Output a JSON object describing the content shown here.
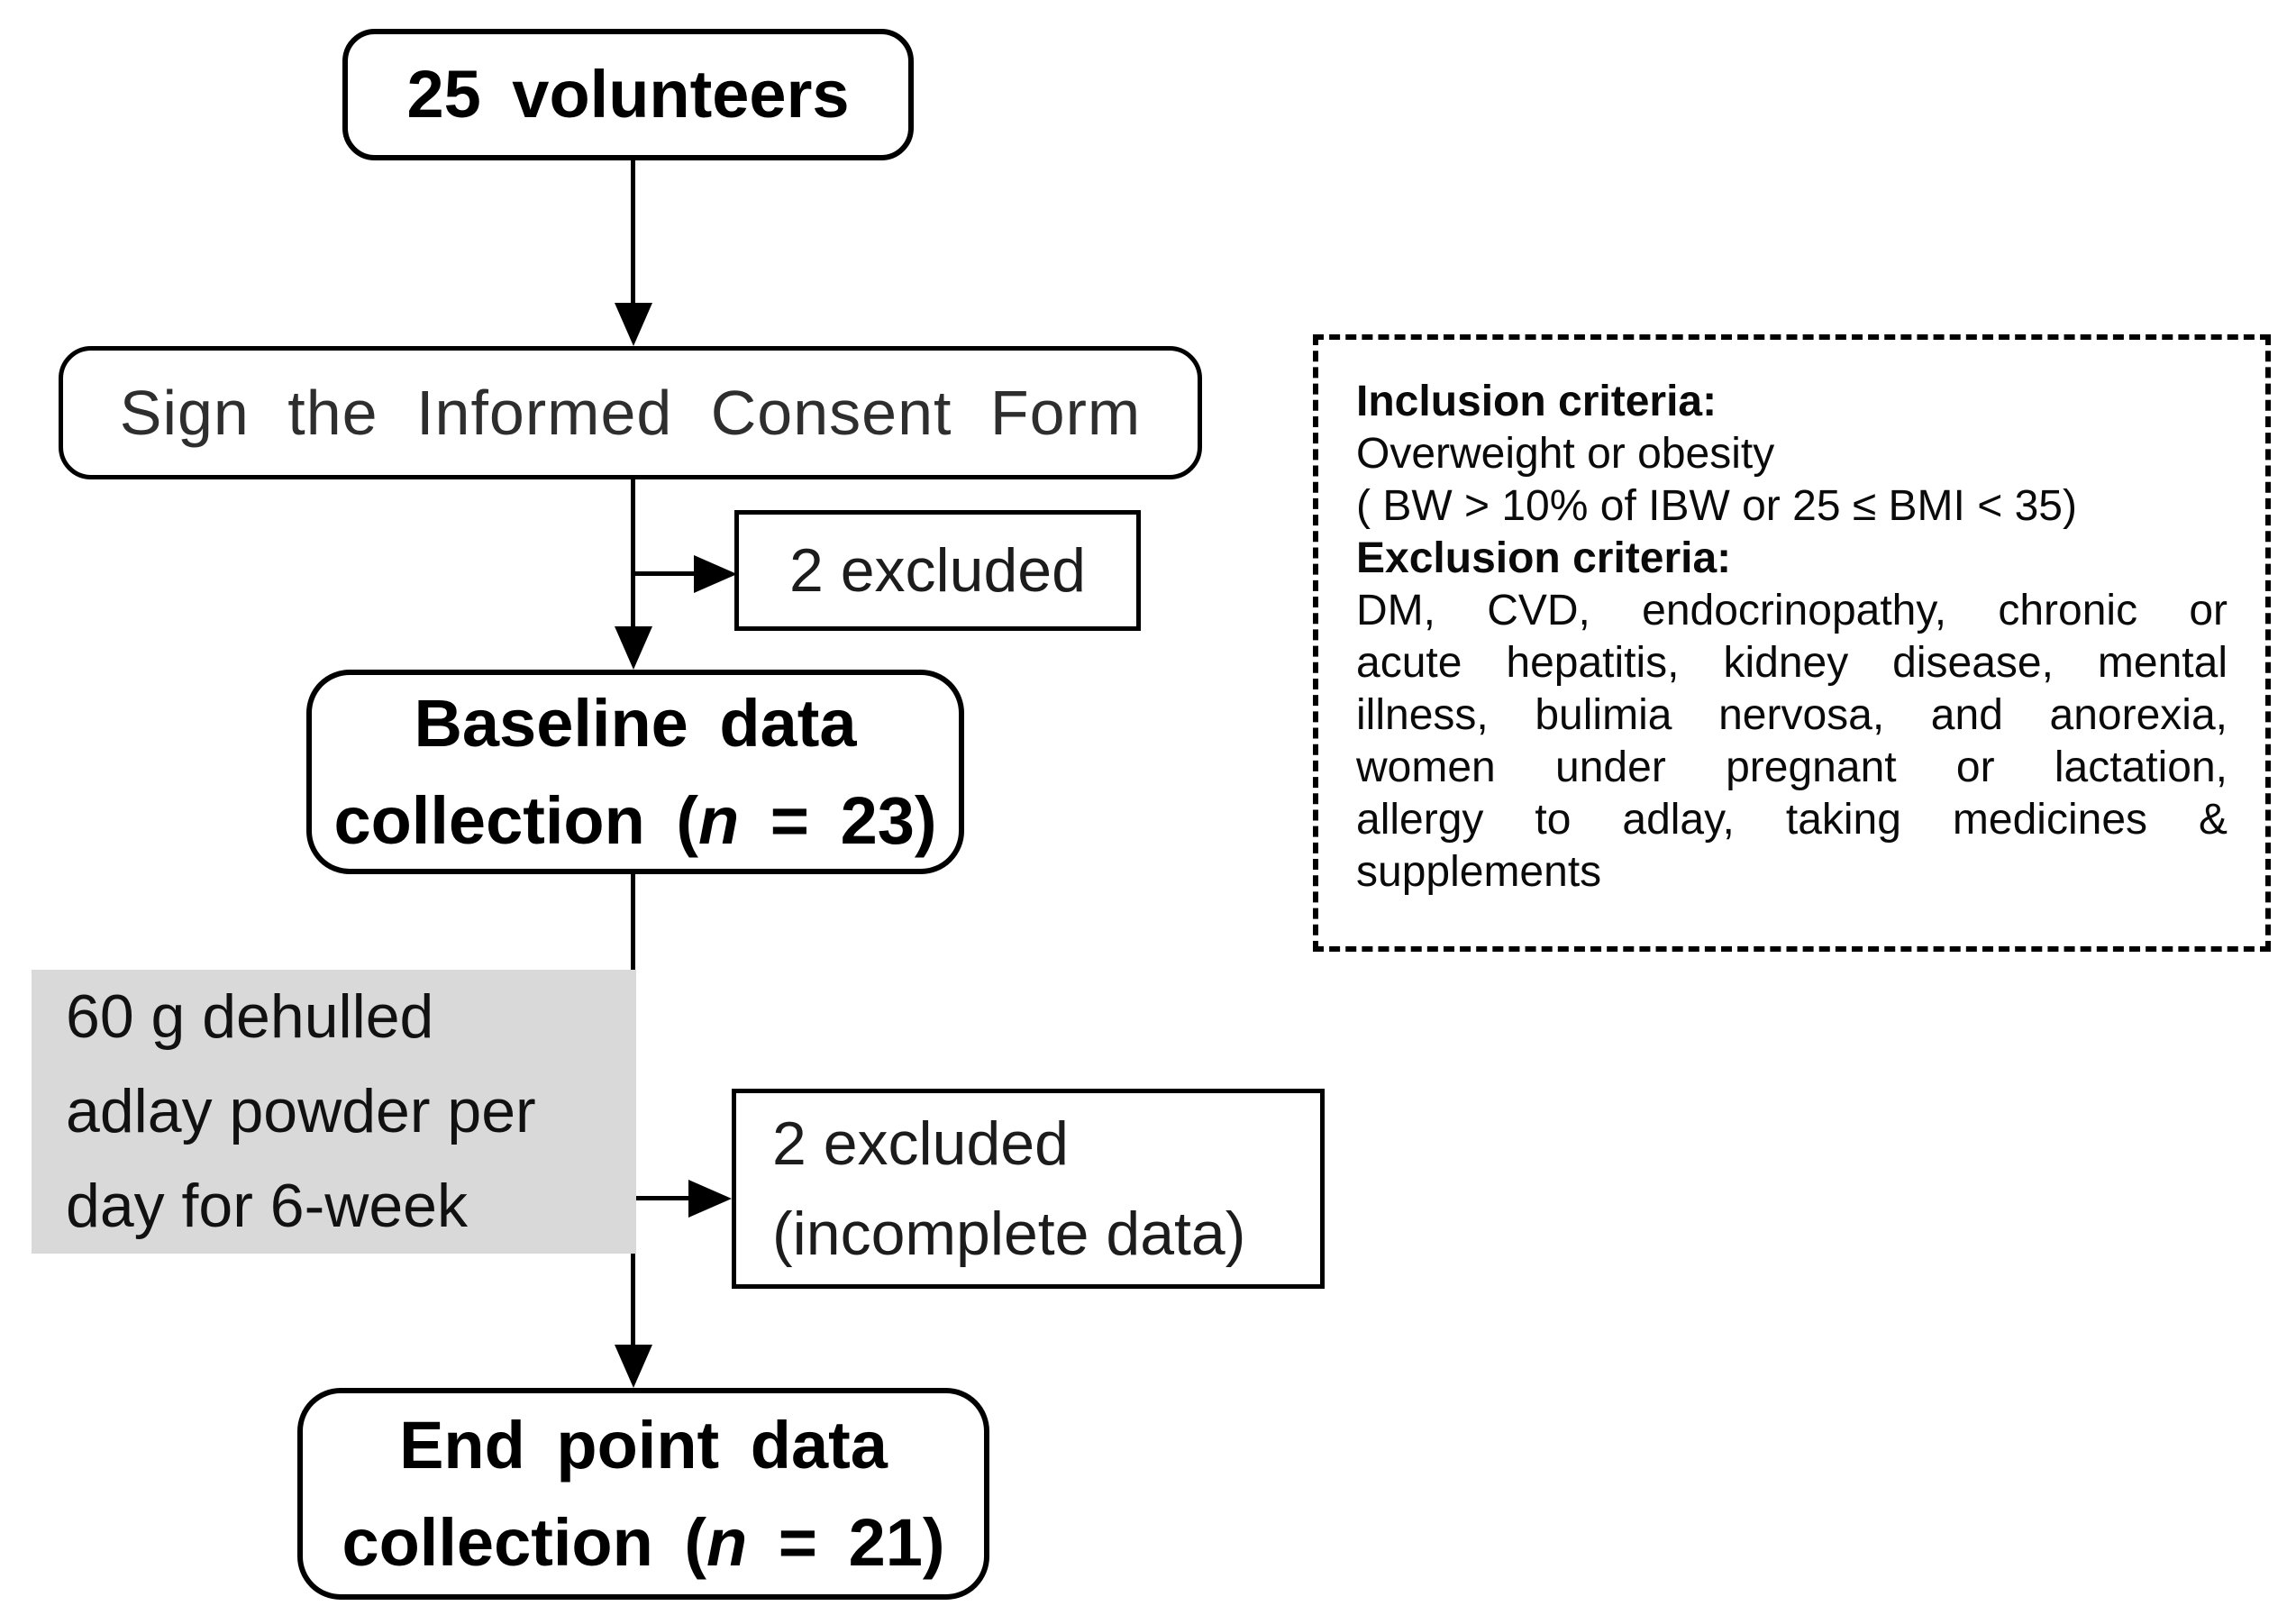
{
  "colors": {
    "background": "#ffffff",
    "line": "#000000",
    "box_border": "#000000",
    "box_fill": "#ffffff",
    "intervention_fill": "#d9d9d9",
    "text": "#0a0a0a"
  },
  "flow": {
    "volunteers": {
      "label": "25 volunteers"
    },
    "consent": {
      "label": "Sign the Informed Consent Form"
    },
    "excluded_after_consent": {
      "label": "2 excluded"
    },
    "baseline": {
      "line1": "Baseline data",
      "line2_prefix": "collection (",
      "line2_italic": "n",
      "line2_suffix": " = 23)"
    },
    "intervention": {
      "lines": [
        "60 g dehulled",
        "adlay powder per",
        "day for 6-week"
      ]
    },
    "excluded_after_intervention": {
      "lines": [
        "2 excluded",
        "(incomplete data)"
      ]
    },
    "endpoint": {
      "line1": "End point data",
      "line2_prefix": "collection (",
      "line2_italic": "n",
      "line2_suffix": " = 21)"
    }
  },
  "criteria": {
    "inclusion_title": "Inclusion criteria:",
    "inclusion_lines": [
      "Overweight or obesity",
      "( BW > 10% of IBW or 25 ≤ BMI < 35)"
    ],
    "exclusion_title": "Exclusion criteria:",
    "exclusion_lines": [
      "DM, CVD, endocrinopathy, chronic or",
      "acute hepatitis, kidney disease, mental",
      "illness, bulimia nervosa, and anorexia,",
      "women under pregnant or lactation,",
      "allergy to adlay, taking medicines &",
      "supplements"
    ]
  }
}
